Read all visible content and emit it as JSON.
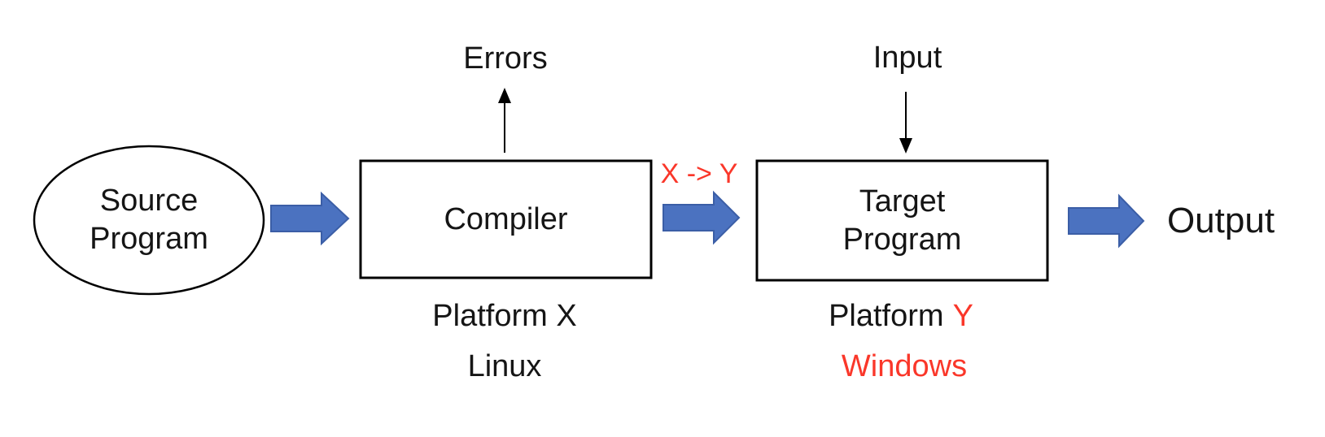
{
  "colors": {
    "arrow-fill": "#4B72C0",
    "arrow-stroke": "#3B5EA6",
    "accent-red": "#FA372A",
    "ink": "#151515",
    "shape-stroke": "#000000",
    "canvas-bg": "#FFFFFF"
  },
  "nodes": {
    "source-program": {
      "label": "Source\nProgram"
    },
    "compiler": {
      "label": "Compiler",
      "platform": "Platform X",
      "os": "Linux"
    },
    "target-program": {
      "label": "Target\nProgram",
      "platform-prefix": "Platform",
      "platform-suffix": "Y",
      "os": "Windows"
    }
  },
  "labels": {
    "errors": "Errors",
    "input": "Input",
    "output": "Output",
    "translation": "X -> Y"
  }
}
